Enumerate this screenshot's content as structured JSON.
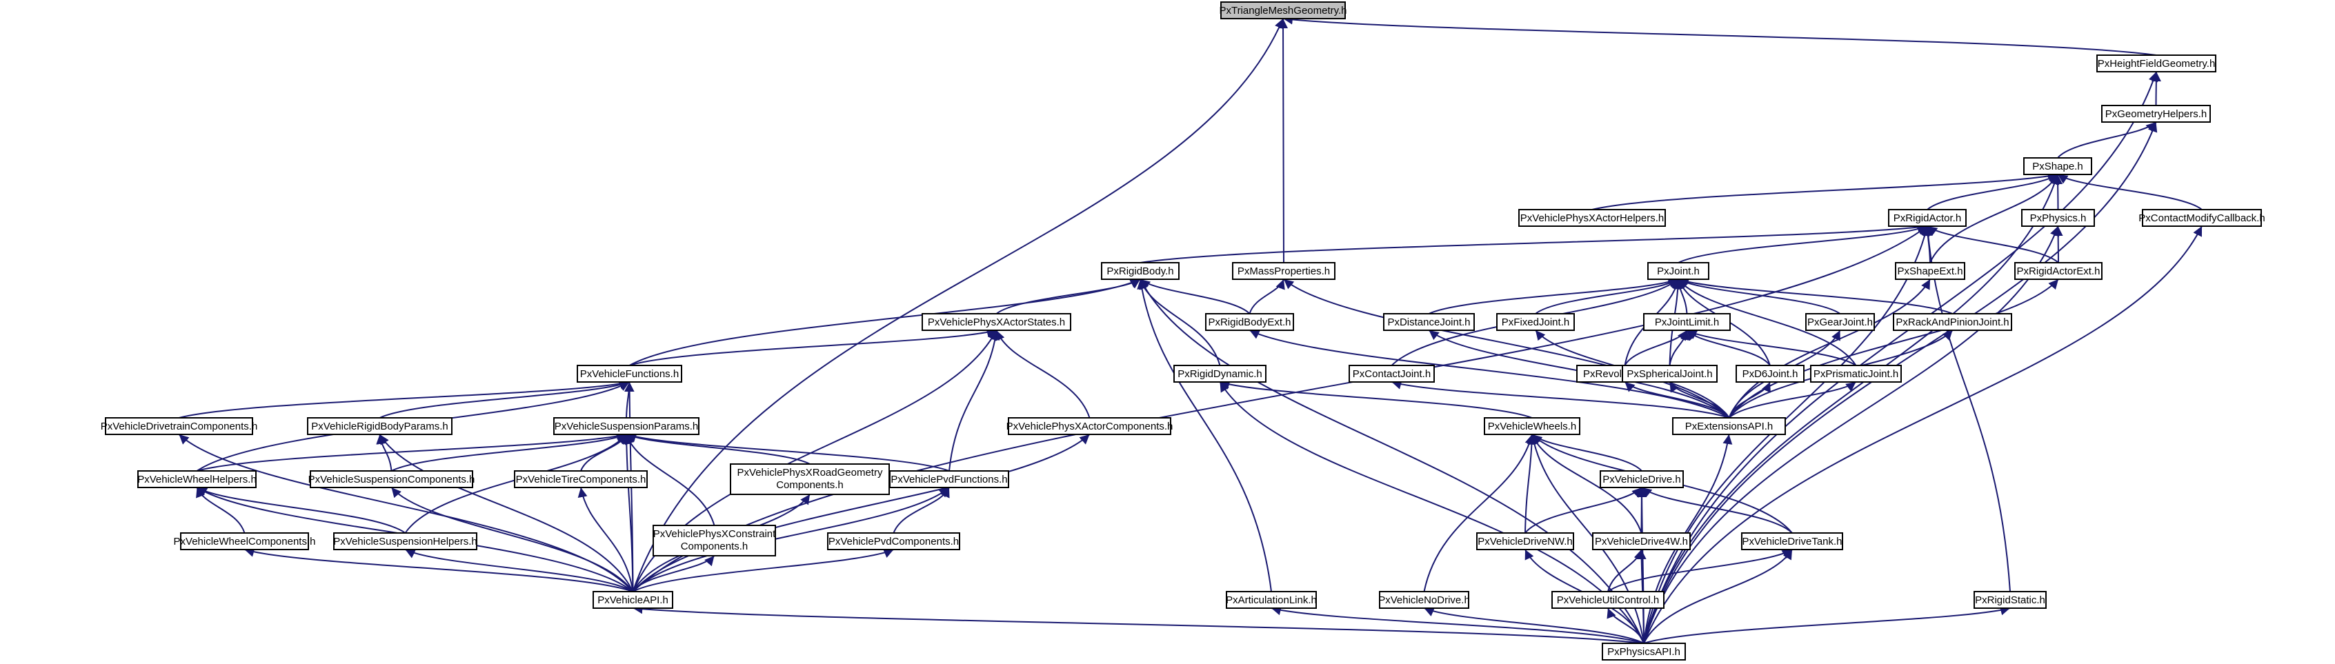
{
  "nodes": [
    {
      "id": "tmg",
      "label": "PxTriangleMeshGeometry.h",
      "root": true
    },
    {
      "id": "hfg",
      "label": "PxHeightFieldGeometry.h"
    },
    {
      "id": "geoh",
      "label": "PxGeometryHelpers.h"
    },
    {
      "id": "shape",
      "label": "PxShape.h"
    },
    {
      "id": "vpxah",
      "label": "PxVehiclePhysXActorHelpers.h"
    },
    {
      "id": "ra",
      "label": "PxRigidActor.h"
    },
    {
      "id": "phys",
      "label": "PxPhysics.h"
    },
    {
      "id": "cmc",
      "label": "PxContactModifyCallback.h"
    },
    {
      "id": "rb",
      "label": "PxRigidBody.h"
    },
    {
      "id": "mp",
      "label": "PxMassProperties.h"
    },
    {
      "id": "joint",
      "label": "PxJoint.h"
    },
    {
      "id": "se",
      "label": "PxShapeExt.h"
    },
    {
      "id": "rae",
      "label": "PxRigidActorExt.h"
    },
    {
      "id": "vpxas",
      "label": "PxVehiclePhysXActorStates.h"
    },
    {
      "id": "rbe",
      "label": "PxRigidBodyExt.h"
    },
    {
      "id": "dj",
      "label": "PxDistanceJoint.h"
    },
    {
      "id": "fj",
      "label": "PxFixedJoint.h"
    },
    {
      "id": "jl",
      "label": "PxJointLimit.h"
    },
    {
      "id": "gj",
      "label": "PxGearJoint.h"
    },
    {
      "id": "rpj",
      "label": "PxRackAndPinionJoint.h"
    },
    {
      "id": "vf",
      "label": "PxVehicleFunctions.h"
    },
    {
      "id": "rd",
      "label": "PxRigidDynamic.h"
    },
    {
      "id": "cj",
      "label": "PxContactJoint.h"
    },
    {
      "id": "rj",
      "label": "PxRevoluteJoint.h"
    },
    {
      "id": "sj",
      "label": "PxSphericalJoint.h"
    },
    {
      "id": "d6",
      "label": "PxD6Joint.h"
    },
    {
      "id": "pj",
      "label": "PxPrismaticJoint.h"
    },
    {
      "id": "vdc",
      "label": "PxVehicleDrivetrainComponents.h"
    },
    {
      "id": "vrbp",
      "label": "PxVehicleRigidBodyParams.h"
    },
    {
      "id": "vsp",
      "label": "PxVehicleSuspensionParams.h"
    },
    {
      "id": "vpxac",
      "label": "PxVehiclePhysXActorComponents.h"
    },
    {
      "id": "vw",
      "label": "PxVehicleWheels.h"
    },
    {
      "id": "ext",
      "label": "PxExtensionsAPI.h"
    },
    {
      "id": "vwh",
      "label": "PxVehicleWheelHelpers.h"
    },
    {
      "id": "vsc",
      "label": "PxVehicleSuspensionComponents.h"
    },
    {
      "id": "vtc",
      "label": "PxVehicleTireComponents.h"
    },
    {
      "id": "vprg",
      "label": "PxVehiclePhysXRoadGeometry Components.h",
      "lines": [
        "PxVehiclePhysXRoadGeometry",
        "Components.h"
      ]
    },
    {
      "id": "vpvdf",
      "label": "PxVehiclePvdFunctions.h"
    },
    {
      "id": "vd",
      "label": "PxVehicleDrive.h"
    },
    {
      "id": "vwc",
      "label": "PxVehicleWheelComponents.h"
    },
    {
      "id": "vsh",
      "label": "PxVehicleSuspensionHelpers.h"
    },
    {
      "id": "vpxc",
      "label": "PxVehiclePhysXConstraint Components.h",
      "lines": [
        "PxVehiclePhysXConstraint",
        "Components.h"
      ]
    },
    {
      "id": "vpvdc",
      "label": "PxVehiclePvdComponents.h"
    },
    {
      "id": "vdnw",
      "label": "PxVehicleDriveNW.h"
    },
    {
      "id": "vd4w",
      "label": "PxVehicleDrive4W.h"
    },
    {
      "id": "vdt",
      "label": "PxVehicleDriveTank.h"
    },
    {
      "id": "vapi",
      "label": "PxVehicleAPI.h"
    },
    {
      "id": "al",
      "label": "PxArticulationLink.h"
    },
    {
      "id": "vnd",
      "label": "PxVehicleNoDrive.h"
    },
    {
      "id": "vuc",
      "label": "PxVehicleUtilControl.h"
    },
    {
      "id": "rs",
      "label": "PxRigidStatic.h"
    },
    {
      "id": "papi",
      "label": "PxPhysicsAPI.h"
    }
  ],
  "edges": [
    [
      "hfg",
      "tmg"
    ],
    [
      "mp",
      "tmg"
    ],
    [
      "vapi",
      "tmg"
    ],
    [
      "papi",
      "hfg"
    ],
    [
      "geoh",
      "hfg"
    ],
    [
      "papi",
      "geoh"
    ],
    [
      "shape",
      "geoh"
    ],
    [
      "ra",
      "shape"
    ],
    [
      "phys",
      "shape"
    ],
    [
      "cmc",
      "shape"
    ],
    [
      "se",
      "shape"
    ],
    [
      "vpxah",
      "shape"
    ],
    [
      "papi",
      "shape"
    ],
    [
      "rb",
      "ra"
    ],
    [
      "joint",
      "ra"
    ],
    [
      "se",
      "ra"
    ],
    [
      "rae",
      "ra"
    ],
    [
      "rs",
      "ra"
    ],
    [
      "papi",
      "ra"
    ],
    [
      "vapi",
      "ra"
    ],
    [
      "rae",
      "phys"
    ],
    [
      "papi",
      "phys"
    ],
    [
      "papi",
      "cmc"
    ],
    [
      "vpxas",
      "rb"
    ],
    [
      "vf",
      "rb"
    ],
    [
      "rbe",
      "rb"
    ],
    [
      "rd",
      "rb"
    ],
    [
      "al",
      "rb"
    ],
    [
      "papi",
      "rb"
    ],
    [
      "rbe",
      "mp"
    ],
    [
      "ext",
      "mp"
    ],
    [
      "dj",
      "joint"
    ],
    [
      "fj",
      "joint"
    ],
    [
      "jl",
      "joint"
    ],
    [
      "gj",
      "joint"
    ],
    [
      "rpj",
      "joint"
    ],
    [
      "cj",
      "joint"
    ],
    [
      "rj",
      "joint"
    ],
    [
      "sj",
      "joint"
    ],
    [
      "d6",
      "joint"
    ],
    [
      "pj",
      "joint"
    ],
    [
      "ext",
      "se"
    ],
    [
      "ext",
      "rae"
    ],
    [
      "vf",
      "vpxas"
    ],
    [
      "vpxac",
      "vpxas"
    ],
    [
      "vpvdf",
      "vpxas"
    ],
    [
      "vapi",
      "vpxas"
    ],
    [
      "ext",
      "rbe"
    ],
    [
      "ext",
      "dj"
    ],
    [
      "ext",
      "fj"
    ],
    [
      "rj",
      "jl"
    ],
    [
      "sj",
      "jl"
    ],
    [
      "d6",
      "jl"
    ],
    [
      "pj",
      "jl"
    ],
    [
      "ext",
      "gj"
    ],
    [
      "ext",
      "rpj"
    ],
    [
      "vdc",
      "vf"
    ],
    [
      "vrbp",
      "vf"
    ],
    [
      "vsp",
      "vf"
    ],
    [
      "vwh",
      "vf"
    ],
    [
      "vapi",
      "vf"
    ],
    [
      "vw",
      "rd"
    ],
    [
      "papi",
      "rd"
    ],
    [
      "ext",
      "cj"
    ],
    [
      "ext",
      "rj"
    ],
    [
      "ext",
      "sj"
    ],
    [
      "ext",
      "d6"
    ],
    [
      "ext",
      "pj"
    ],
    [
      "vapi",
      "vdc"
    ],
    [
      "vsc",
      "vrbp"
    ],
    [
      "vapi",
      "vrbp"
    ],
    [
      "vwh",
      "vsp"
    ],
    [
      "vsc",
      "vsp"
    ],
    [
      "vtc",
      "vsp"
    ],
    [
      "vprg",
      "vsp"
    ],
    [
      "vpvdf",
      "vsp"
    ],
    [
      "vsh",
      "vsp"
    ],
    [
      "vpxc",
      "vsp"
    ],
    [
      "vapi",
      "vsp"
    ],
    [
      "vapi",
      "vpxac"
    ],
    [
      "vd",
      "vw"
    ],
    [
      "vdnw",
      "vw"
    ],
    [
      "vd4w",
      "vw"
    ],
    [
      "vdt",
      "vw"
    ],
    [
      "vnd",
      "vw"
    ],
    [
      "papi",
      "vw"
    ],
    [
      "papi",
      "ext"
    ],
    [
      "vwc",
      "vwh"
    ],
    [
      "vsh",
      "vwh"
    ],
    [
      "vapi",
      "vwh"
    ],
    [
      "vapi",
      "vsc"
    ],
    [
      "vapi",
      "vtc"
    ],
    [
      "vapi",
      "vprg"
    ],
    [
      "vpvdc",
      "vpvdf"
    ],
    [
      "vapi",
      "vpvdf"
    ],
    [
      "vdnw",
      "vd"
    ],
    [
      "vd4w",
      "vd"
    ],
    [
      "vdt",
      "vd"
    ],
    [
      "papi",
      "vd"
    ],
    [
      "vapi",
      "vwc"
    ],
    [
      "vapi",
      "vsh"
    ],
    [
      "vapi",
      "vpxc"
    ],
    [
      "vapi",
      "vpvdc"
    ],
    [
      "papi",
      "vdnw"
    ],
    [
      "vuc",
      "vd4w"
    ],
    [
      "papi",
      "vd4w"
    ],
    [
      "vuc",
      "vdt"
    ],
    [
      "papi",
      "vdt"
    ],
    [
      "papi",
      "vapi"
    ],
    [
      "papi",
      "al"
    ],
    [
      "papi",
      "vnd"
    ],
    [
      "papi",
      "vuc"
    ],
    [
      "papi",
      "rs"
    ]
  ]
}
